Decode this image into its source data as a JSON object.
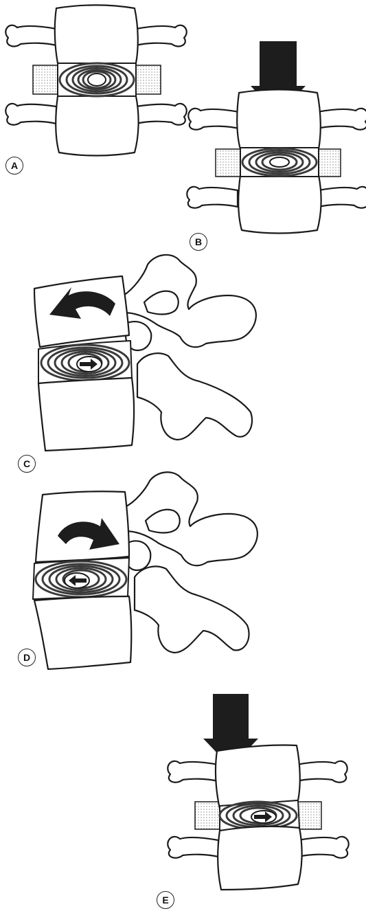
{
  "panels": [
    {
      "id": "A",
      "label": "A"
    },
    {
      "id": "B",
      "label": "B"
    },
    {
      "id": "C",
      "label": "C"
    },
    {
      "id": "D",
      "label": "D"
    },
    {
      "id": "E",
      "label": "E"
    }
  ],
  "colors": {
    "outline": "#1a1a1a",
    "arrow": "#1d1d1d",
    "annulus_ring": "#3a3a3a",
    "dotted_fill": "#e6e6e6",
    "background": "#ffffff"
  },
  "icons": {
    "compression_arrow": "down-arrow-icon",
    "rotation_arrow": "curved-arrow-icon",
    "nucleus_shift": "double-arrow-icon"
  }
}
